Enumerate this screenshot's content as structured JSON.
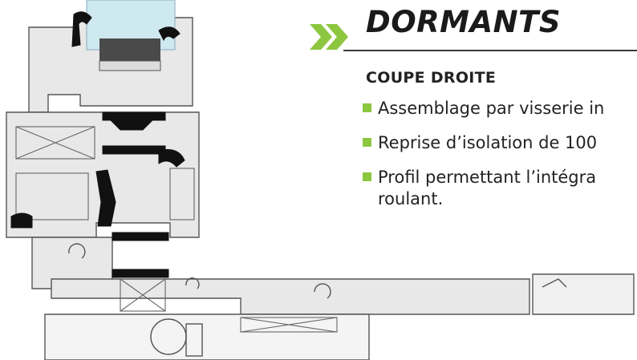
{
  "heading": {
    "title": "DORMANTS",
    "subtitle": "COUPE DROITE"
  },
  "bullets": [
    {
      "text": "Assemblage par visserie in"
    },
    {
      "text": "Reprise d’isolation de 100"
    },
    {
      "text": "Profil permettant l’intégra",
      "text2": "roulant."
    }
  ],
  "colors": {
    "accent": "#8dc63f",
    "text": "#222222",
    "profile_outline": "#555555",
    "profile_fill": "#e6e6e6",
    "gasket": "#111111",
    "glass": "#bfe3ee"
  }
}
